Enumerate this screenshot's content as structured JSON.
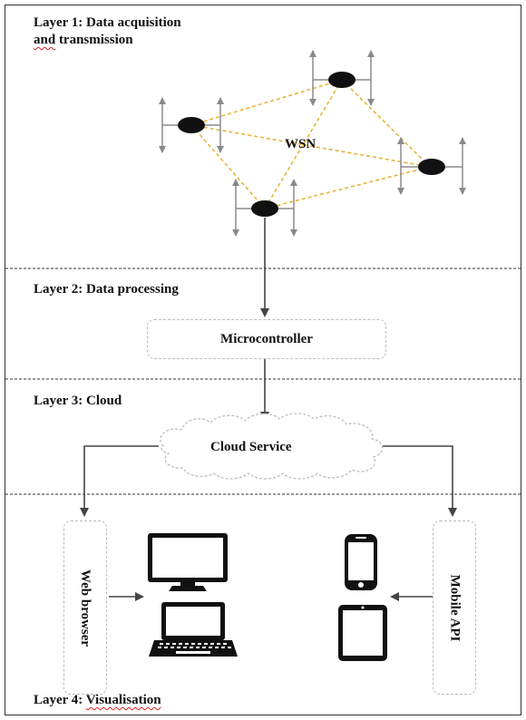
{
  "layers": {
    "layer1_line1": "Layer 1: Data  acquisition",
    "layer1_line2_word1": "and",
    "layer1_line2_word2": " transmission",
    "layer2": "Layer 2: Data  processing",
    "layer3": "Layer 3: Cloud",
    "layer4_prefix": "Layer 4: ",
    "layer4_word": "Visualisation"
  },
  "nodes": {
    "wsn_label": "WSN",
    "microcontroller": "Microcontroller",
    "cloud_service": "Cloud Service",
    "web_browser": "Web browser",
    "mobile_api": "Mobile API"
  },
  "icons": [
    "sensor-node-icon",
    "desktop-monitor-icon",
    "laptop-icon",
    "smartphone-icon",
    "tablet-icon",
    "cloud-icon"
  ],
  "colors": {
    "wsn_link": "#e8b43a",
    "arrow": "#444444",
    "sensor_arrow": "#8a8a8a",
    "divider": "#333333",
    "box_border": "#bdbdbd"
  }
}
